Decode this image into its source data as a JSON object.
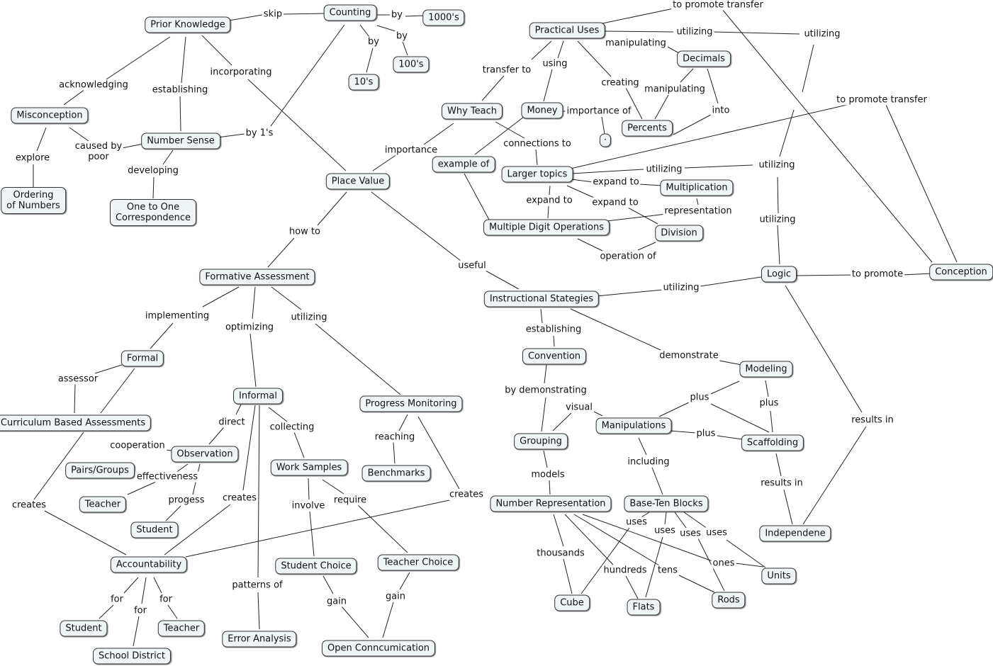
{
  "nodes": {
    "prior_knowledge": "Prior Knowledge",
    "counting": "Counting",
    "k1000s": "1000's",
    "k100s": "100's",
    "k10s": "10's",
    "misconception": "Misconception",
    "number_sense": "Number Sense",
    "ordering": "Ordering\nof Numbers",
    "one_to_one": "One to One\nCorrespondence",
    "place_value": "Place Value",
    "practical_uses": "Practical Uses",
    "decimals": "Decimals",
    "why_teach": "Why Teach",
    "money": "Money",
    "dot": "·",
    "percents": "Percents",
    "example_of": "example of",
    "larger_topics": "Larger topics",
    "multiplication": "Multiplication",
    "multi_digit": "Multiple Digit Operations",
    "division": "Division",
    "logic": "Logic",
    "conception": "Conception",
    "formative": "Formative Assessment",
    "instructional": "Instructional Stategies",
    "formal": "Formal",
    "cba": "Curriculum Based Assessments",
    "informal": "Informal",
    "progress_monitoring": "Progress Monitoring",
    "observation": "Observation",
    "pairs": "Pairs/Groups",
    "teacher_obs": "Teacher",
    "student_obs": "Student",
    "work_samples": "Work Samples",
    "benchmarks": "Benchmarks",
    "accountability": "Accountability",
    "student_acc": "Student",
    "school_district": "School District",
    "teacher_acc": "Teacher",
    "error_analysis": "Error Analysis",
    "student_choice": "Student Choice",
    "teacher_choice": "Teacher Choice",
    "open_communication": "Open Conncumication",
    "convention": "Convention",
    "modeling": "Modeling",
    "grouping": "Grouping",
    "manipulations": "Manipulations",
    "scaffolding": "Scaffolding",
    "number_representation": "Number Representation",
    "base_ten": "Base-Ten Blocks",
    "independence": "Independene",
    "units": "Units",
    "cube": "Cube",
    "flats": "Flats",
    "rods": "Rods"
  },
  "labels": {
    "skip": "skip",
    "by_1000": "by",
    "by_100": "by",
    "by_10": "by",
    "acknowledging": "acknowledging",
    "establishing_ns": "establishing",
    "incorporating": "incorporating",
    "caused_by_poor": "caused by\npoor",
    "explore": "explore",
    "by_1s": "by 1's",
    "developing": "developing",
    "to_promote_transfer_top": "to promote transfer",
    "utilizing_pu": "utilizing",
    "utilizing_right": "utilizing",
    "manipulating_pu": "manipulating",
    "transfer_to": "transfer to",
    "using": "using",
    "creating": "creating",
    "manipulating_dec": "manipulating",
    "into": "into",
    "importance_of": "importance of",
    "to_promote_transfer_mid": "to promote transfer",
    "importance": "importance",
    "connections_to": "connections to",
    "utilizing_lt": "utilizing",
    "utilizing_mid": "utilizing",
    "expand_to_mult": "expand to",
    "expand_to_mdo": "expand to",
    "expand_to_div": "expand to",
    "representation": "representation",
    "utilizing_logic_up": "utilizing",
    "operation_of": "operation of",
    "to_promote": "to promote",
    "how_to": "how to",
    "useful": "useful",
    "utilizing_is": "utilizing",
    "implementing": "implementing",
    "optimizing": "optimizing",
    "utilizing_fa": "utilizing",
    "assessor": "assessor",
    "direct": "direct",
    "collecting": "collecting",
    "reaching": "reaching",
    "cooperation": "cooperation",
    "effectiveness": "effectiveness",
    "progess": "progess",
    "creates_cba": "creates",
    "creates_inf": "creates",
    "creates_pm": "creates",
    "involve": "involve",
    "require": "require",
    "for_student": "for",
    "for_district": "for",
    "for_teacher": "for",
    "patterns_of": "patterns of",
    "gain_sc": "gain",
    "gain_tc": "gain",
    "establishing_is": "establishing",
    "demonstrate": "demonstrate",
    "by_demonstrating": "by demonstrating",
    "visual": "visual",
    "plus_mod_man": "plus",
    "plus_mod_sca": "plus",
    "plus_man_sca": "plus",
    "models": "models",
    "including": "including",
    "results_in_sca": "results in",
    "results_in_logic": "results in",
    "uses_cube": "uses",
    "uses_flats": "uses",
    "uses_rods": "uses",
    "uses_units": "uses",
    "thousands": "thousands",
    "hundreds": "hundreds",
    "tens": "tens",
    "ones": "ones"
  }
}
